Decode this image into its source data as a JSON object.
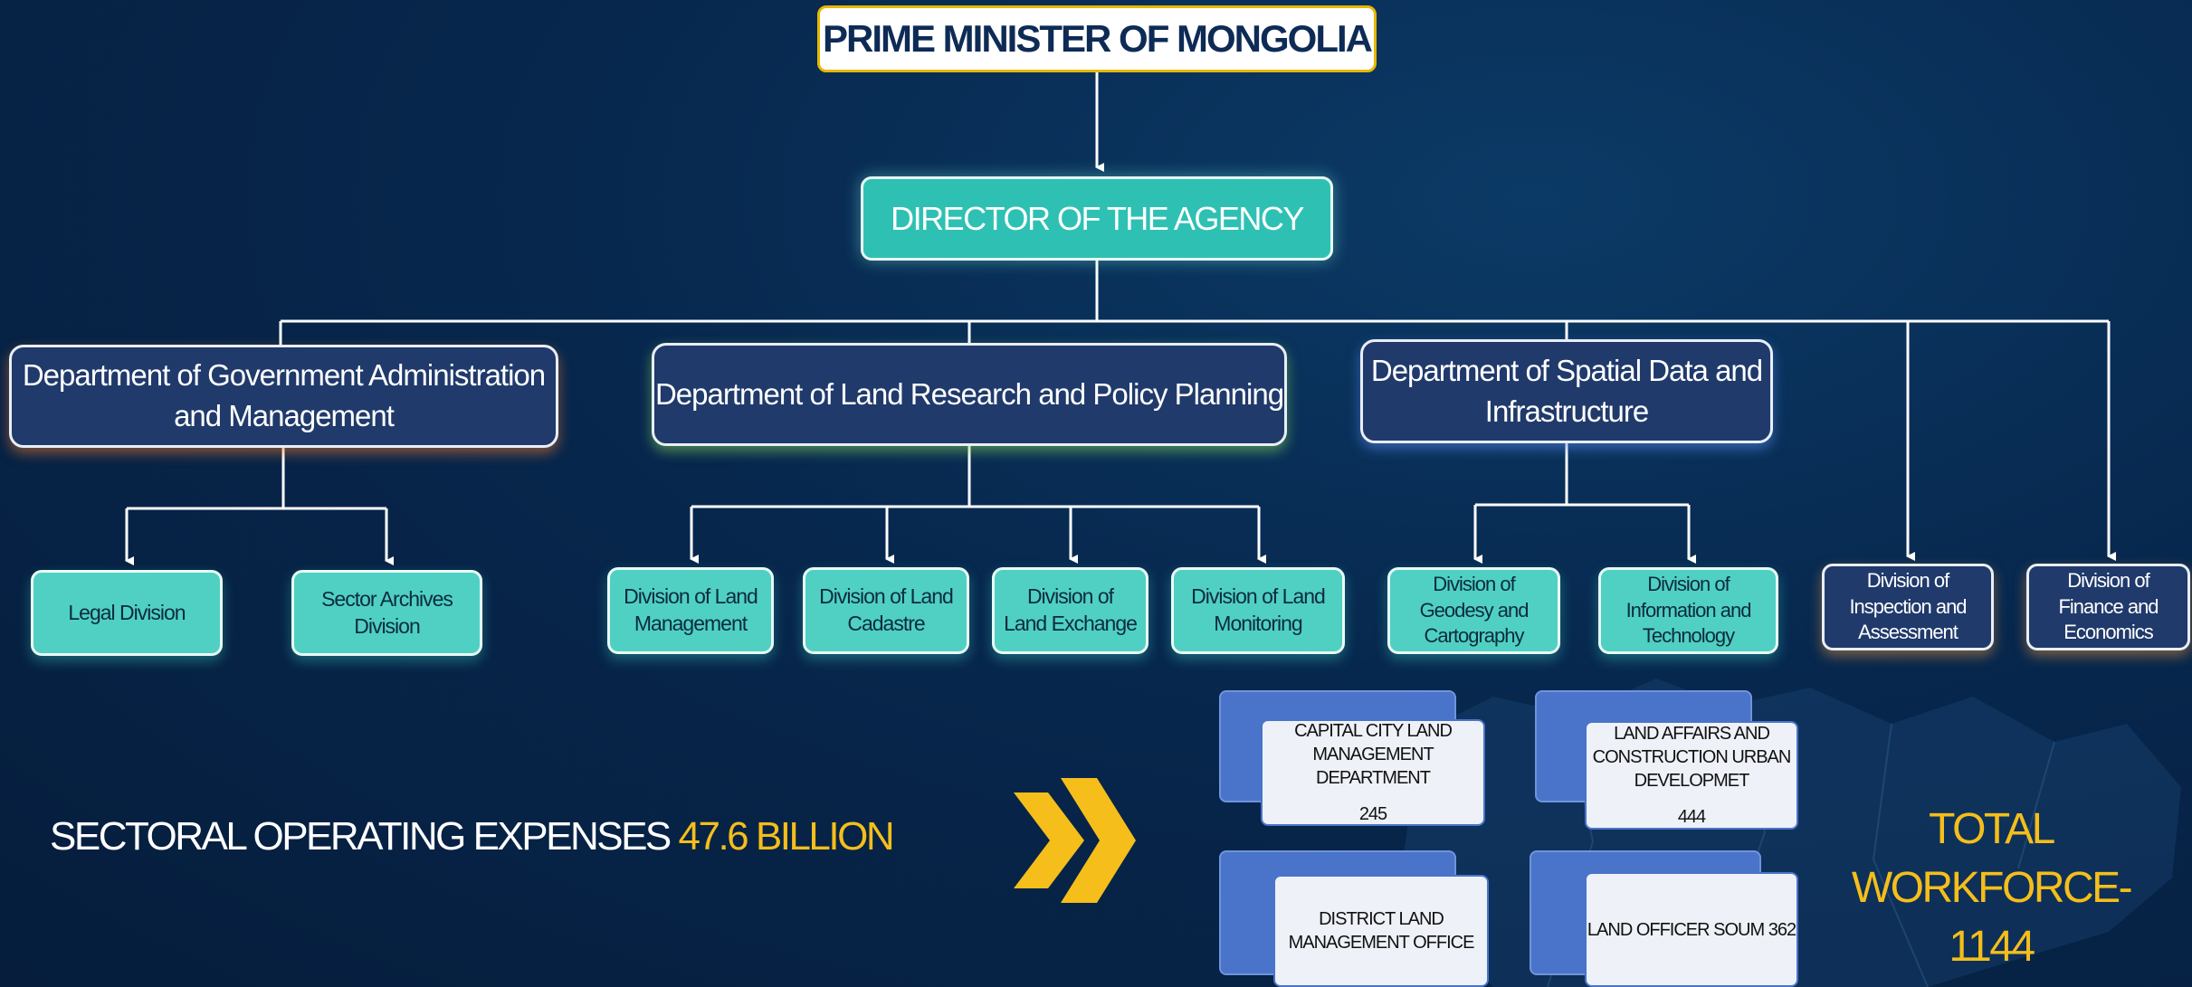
{
  "top": {
    "label": "PRIME MINISTER OF MONGOLIA"
  },
  "director": {
    "label": "DIRECTOR OF THE AGENCY"
  },
  "departments": [
    {
      "label_line1": "Department of Government Administration",
      "label_line2": "and Management"
    },
    {
      "label_line1": "Department of Land Research and Policy Planning",
      "label_line2": ""
    },
    {
      "label_line1": "Department of Spatial Data and",
      "label_line2": "Infrastructure"
    }
  ],
  "divisions": [
    {
      "lines": [
        "Legal Division"
      ]
    },
    {
      "lines": [
        "Sector Archives",
        "Division"
      ]
    },
    {
      "lines": [
        "Division of Land",
        "Management"
      ]
    },
    {
      "lines": [
        "Division of Land",
        "Cadastre"
      ]
    },
    {
      "lines": [
        "Division of",
        "Land Exchange"
      ]
    },
    {
      "lines": [
        "Division of Land",
        "Monitoring"
      ]
    },
    {
      "lines": [
        "Division of",
        "Geodesy and",
        "Cartography"
      ]
    },
    {
      "lines": [
        "Division of",
        "Information and",
        "Technology"
      ]
    },
    {
      "lines": [
        "Division of",
        "Inspection and",
        "Assessment"
      ]
    },
    {
      "lines": [
        "Division of",
        "Finance and",
        "Economics"
      ]
    }
  ],
  "offices": [
    {
      "lines": [
        "CAPITAL CITY LAND",
        "MANAGEMENT DEPARTMENT"
      ],
      "count": "245"
    },
    {
      "lines": [
        "LAND AFFAIRS AND",
        "CONSTRUCTION URBAN",
        "DEVELOPMET"
      ],
      "count": "444"
    },
    {
      "lines": [
        "DISTRICT LAND",
        "MANAGEMENT OFFICE"
      ],
      "count": ""
    },
    {
      "lines": [
        "LAND OFFICER SOUM 362"
      ],
      "count": ""
    }
  ],
  "expenses": {
    "label": "SECTORAL OPERATING EXPENSES",
    "value": "47.6 BILLION"
  },
  "workforce": {
    "line1": "TOTAL WORKFORCE-",
    "line2": "1144"
  },
  "colors": {
    "gold": "#f5be1a",
    "teal": "#2ec1b3",
    "navy": "#203a6b",
    "office_blue": "#4a74c9"
  }
}
